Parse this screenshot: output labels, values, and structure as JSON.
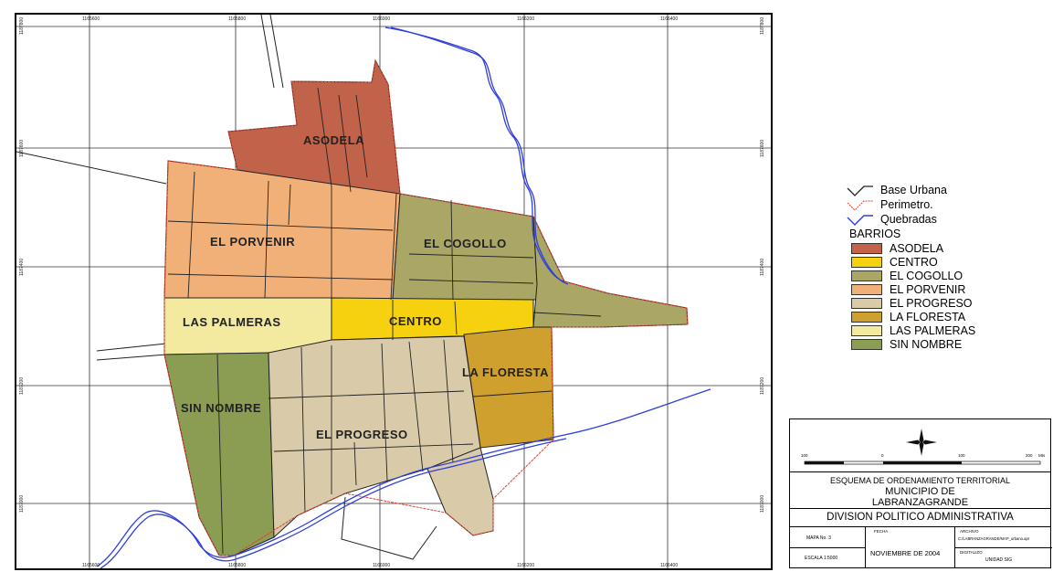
{
  "map": {
    "district_labels": [
      {
        "id": "asodela",
        "text": "ASODELA"
      },
      {
        "id": "el-porvenir",
        "text": "EL PORVENIR"
      },
      {
        "id": "el-cogollo",
        "text": "EL COGOLLO"
      },
      {
        "id": "las-palmeras",
        "text": "LAS PALMERAS"
      },
      {
        "id": "centro",
        "text": "CENTRO"
      },
      {
        "id": "la-floresta",
        "text": "LA FLORESTA"
      },
      {
        "id": "sin-nombre",
        "text": "SIN NOMBRE"
      },
      {
        "id": "el-progreso",
        "text": "EL PROGRESO"
      }
    ],
    "grid_coords": {
      "top": [
        "1165600",
        "1165800",
        "1166000",
        "1166200",
        "1166400"
      ],
      "bottom": [
        "1165600",
        "1165800",
        "1166000",
        "1166200",
        "1166400"
      ],
      "left": [
        "1187800",
        "1187600",
        "1187400",
        "1187200",
        "1187000"
      ],
      "right": [
        "1187800",
        "1187600",
        "1187400",
        "1187200",
        "1187000"
      ]
    },
    "colors": {
      "asodela": "#C0634A",
      "centro": "#F5D10F",
      "el_cogollo": "#A9A666",
      "el_porvenir": "#F1B078",
      "el_progreso": "#D9CBAA",
      "la_floresta": "#CFA02E",
      "las_palmeras": "#F4EA9F",
      "sin_nombre": "#8A9D52",
      "streams": "#2F3FD9",
      "perimeter": "#E04030"
    }
  },
  "legend": {
    "lines": [
      {
        "id": "base-urbana",
        "label": "Base Urbana",
        "color": "#222222"
      },
      {
        "id": "perimetro",
        "label": "Perimetro.",
        "color": "#E04030"
      },
      {
        "id": "quebradas",
        "label": "Quebradas",
        "color": "#2F3FD9"
      }
    ],
    "barrios_title": "BARRIOS",
    "barrios": [
      {
        "label": "ASODELA",
        "color": "#C0634A"
      },
      {
        "label": "CENTRO",
        "color": "#F5D10F"
      },
      {
        "label": "EL COGOLLO",
        "color": "#A9A666"
      },
      {
        "label": "EL PORVENIR",
        "color": "#F1B078"
      },
      {
        "label": "EL PROGRESO",
        "color": "#D9CBAA"
      },
      {
        "label": "LA FLORESTA",
        "color": "#CFA02E"
      },
      {
        "label": "LAS PALMERAS",
        "color": "#F4EA9F"
      },
      {
        "label": "SIN NOMBRE",
        "color": "#8A9D52"
      }
    ]
  },
  "title_block": {
    "scale_ticks": [
      "100",
      "0",
      "100",
      "200"
    ],
    "scale_unit": "Mts",
    "organization": "ESQUEMA DE ORDENAMIENTO TERRITORIAL",
    "municipio_line1": "MUNICIPIO DE",
    "municipio_line2": "LABRANZAGRANDE",
    "map_name": "DIVISION POLITICO ADMINISTRATIVA",
    "mapa_no": "MAPA No. 3",
    "fecha_label": "FECHA",
    "fecha": "NOVIEMBRE DE 2004",
    "archivo_label": "ARCHIVO",
    "archivo": "C:/LABRANZAGRANDE/MAP_urbano.apr",
    "escala": "ESCALA 1:5000",
    "digitalizo_label": "DIGITALIZO",
    "digitalizo": "UNIDAD SIG"
  }
}
